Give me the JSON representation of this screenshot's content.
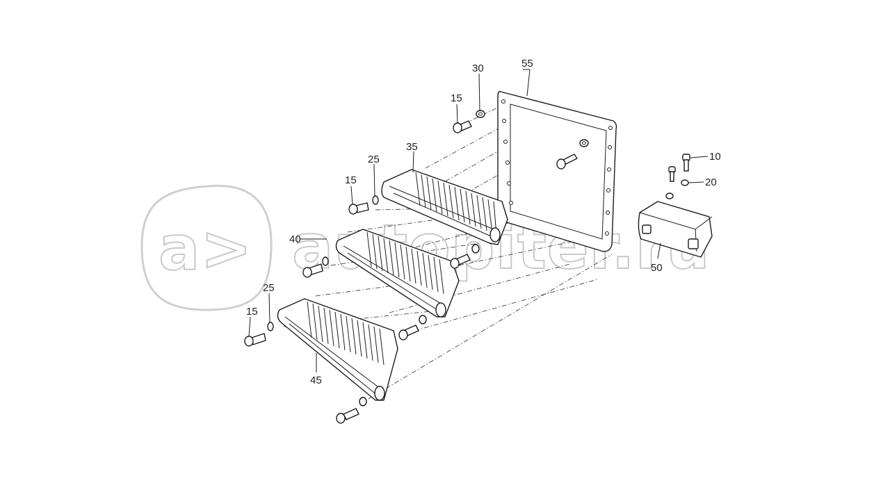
{
  "watermark": {
    "text": "autopiter.ru",
    "logo_glyph": "a>"
  },
  "callouts": {
    "c10": "10",
    "c15a": "15",
    "c15b": "15",
    "c15c": "15",
    "c20": "20",
    "c25a": "25",
    "c25b": "25",
    "c30": "30",
    "c35": "35",
    "c40": "40",
    "c45": "45",
    "c50": "50",
    "c55": "55"
  }
}
